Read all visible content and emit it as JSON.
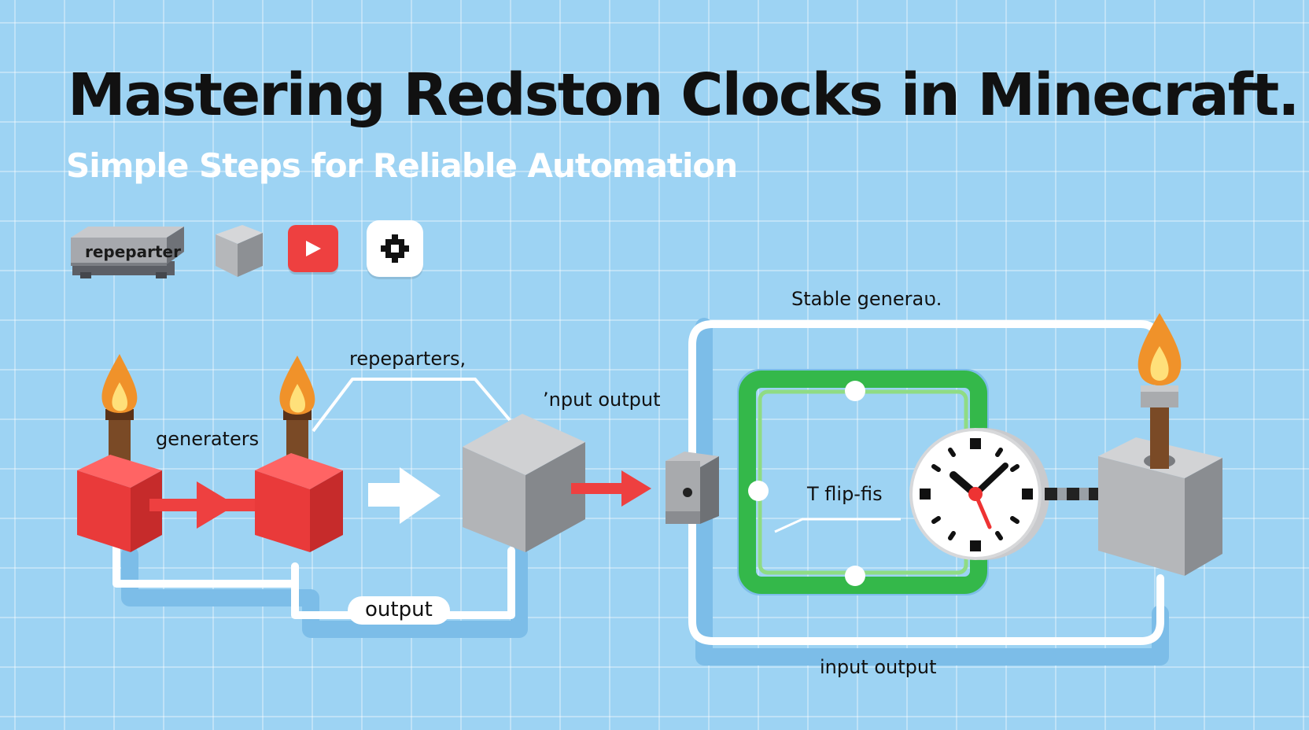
{
  "header": {
    "title": "Mastering Redston Clocks in Minecraft.",
    "subtitle": "Simple Steps for Reliable Automation"
  },
  "toolbar": {
    "repeater_label": "repeparter",
    "icons": [
      "repeater-icon",
      "stone-block-icon",
      "play-icon",
      "gear-icon"
    ]
  },
  "diagram": {
    "labels": {
      "generators": "generaters",
      "repeaters": "repeparters,",
      "input_output_top": "’nput output",
      "stable": "Stable generaט.",
      "t_flip": "T flip-fis",
      "output": "output",
      "input_output_bottom": "input output"
    }
  },
  "colors": {
    "background": "#9dd3f3",
    "redstone_red": "#ee4040",
    "loop_green": "#34b84a",
    "flame_orange": "#f0922a",
    "wire_white": "#ffffff"
  }
}
